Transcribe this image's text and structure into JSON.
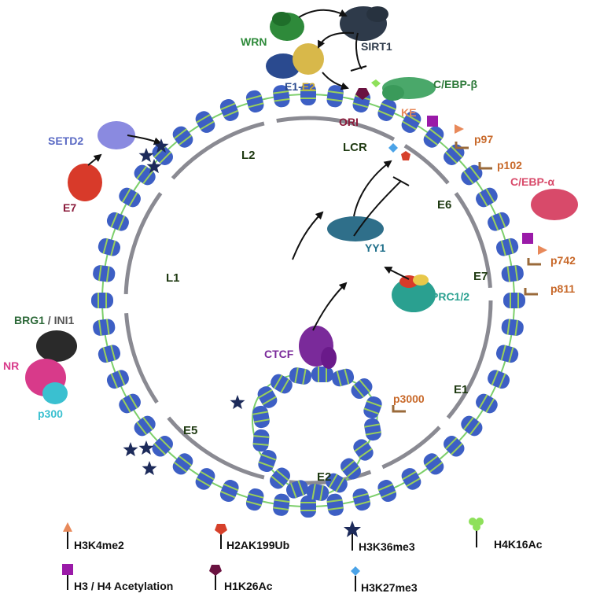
{
  "colors": {
    "nucleosome": "#3d5fc4",
    "nucleosome_stripe": "#9ad05a",
    "dna_linker": "#7ccf6a",
    "genome_arc": "#8a8a92",
    "star": "#1c2a5a",
    "h3k4me2": "#e8895a",
    "h3h4_acetylation": "#9a1aa8",
    "h2ak199ub": "#d6402a",
    "h1k26ac": "#6a1240",
    "h3k36me3": "#1c2a5a",
    "h3k27me3": "#4ba3e8",
    "h4k16ac": "#8ee05a",
    "promoter": "#9a6a3a"
  },
  "regions": {
    "l2": "L2",
    "lcr": "LCR",
    "e6": "E6",
    "l1": "L1",
    "e7": "E7",
    "e1": "E1",
    "e5": "E5",
    "e2": "E2"
  },
  "proteins": {
    "wrn": "WRN",
    "sirt1": "SIRT1",
    "e1": "E1",
    "e1_e2_sep": "-",
    "e2": "E2",
    "cebp_beta": "C/EBP-β",
    "ori": "ORI",
    "ke": "KE",
    "setd2": "SETD2",
    "e7_protein": "E7",
    "cebp_alpha": "C/EBP-α",
    "yy1": "YY1",
    "prc": "PRC1/2",
    "ctcf": "CTCF",
    "brg1": "BRG1",
    "brg_sep": " / ",
    "ini1": "INI1",
    "nr": "NR",
    "p300": "p300"
  },
  "promoters": {
    "p97": "p97",
    "p102": "p102",
    "p742": "p742",
    "p811": "p811",
    "p3000": "p3000"
  },
  "legend": [
    {
      "label": "H3K4me2",
      "icon": "triangle-icon"
    },
    {
      "label": "H2AK199Ub",
      "icon": "pentagon-icon"
    },
    {
      "label": "H3K36me3",
      "icon": "star-icon"
    },
    {
      "label": "H4K16Ac",
      "icon": "cluster-icon"
    },
    {
      "label": "H3 / H4 Acetylation",
      "icon": "square-icon"
    },
    {
      "label": "H1K26Ac",
      "icon": "pentagon-icon"
    },
    {
      "label": "H3K27me3",
      "icon": "diamond-icon"
    }
  ]
}
